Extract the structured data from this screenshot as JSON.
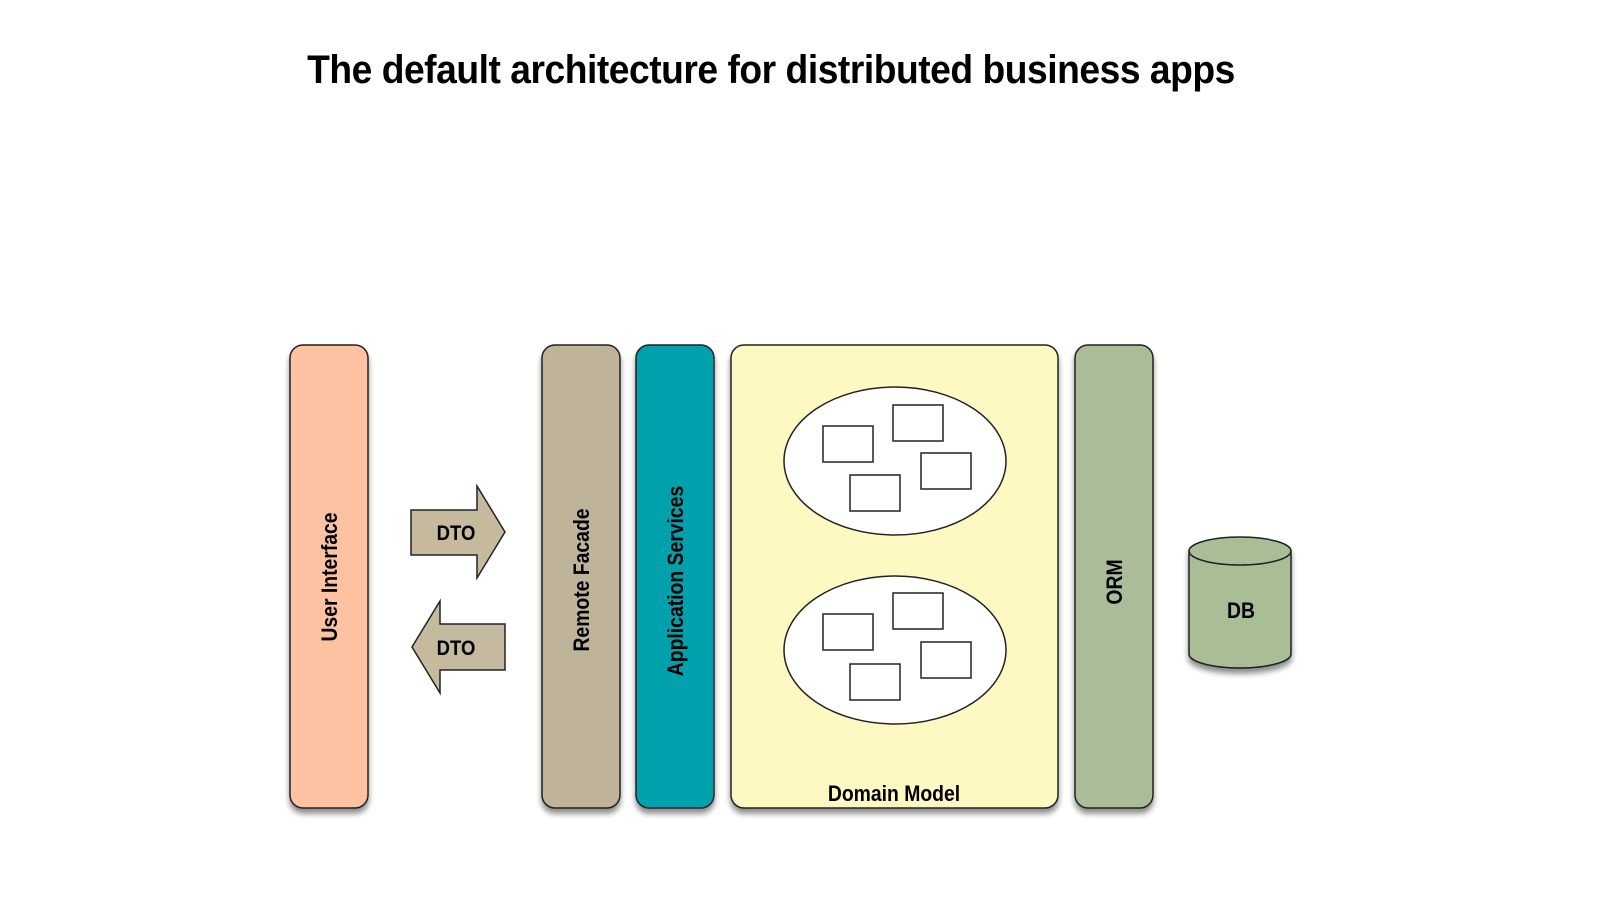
{
  "title": "The default architecture for distributed business apps",
  "layers": {
    "user_interface": {
      "label": "User Interface",
      "color": "#fdc2a2"
    },
    "remote_facade": {
      "label": "Remote Facade",
      "color": "#bfb39a"
    },
    "application_services": {
      "label": "Application Services",
      "color": "#00a0ad"
    },
    "domain_model": {
      "label": "Domain Model",
      "color": "#fef8c2"
    },
    "orm": {
      "label": "ORM",
      "color": "#aabd98"
    }
  },
  "arrows": {
    "dto_out": {
      "label": "DTO",
      "color": "#c5b99e"
    },
    "dto_in": {
      "label": "DTO",
      "color": "#c5b99e"
    }
  },
  "database": {
    "label": "DB",
    "color": "#a9bd97"
  }
}
